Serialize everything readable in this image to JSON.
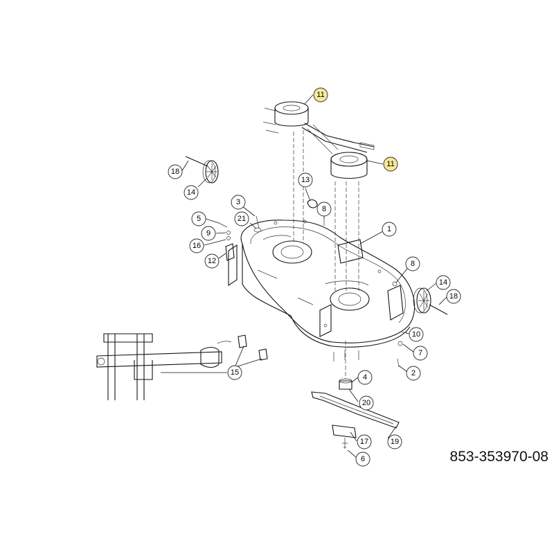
{
  "part_number": "853-353970-08",
  "highlight_color": "#f6e89a",
  "callouts": [
    {
      "label": "11",
      "highlight": true
    },
    {
      "label": "11",
      "highlight": true
    },
    {
      "label": "18"
    },
    {
      "label": "14"
    },
    {
      "label": "13"
    },
    {
      "label": "3"
    },
    {
      "label": "8"
    },
    {
      "label": "5"
    },
    {
      "label": "21"
    },
    {
      "label": "9"
    },
    {
      "label": "16"
    },
    {
      "label": "12"
    },
    {
      "label": "1"
    },
    {
      "label": "8"
    },
    {
      "label": "14"
    },
    {
      "label": "18"
    },
    {
      "label": "10"
    },
    {
      "label": "7"
    },
    {
      "label": "2"
    },
    {
      "label": "15"
    },
    {
      "label": "4"
    },
    {
      "label": "20"
    },
    {
      "label": "17"
    },
    {
      "label": "19"
    },
    {
      "label": "6"
    }
  ]
}
